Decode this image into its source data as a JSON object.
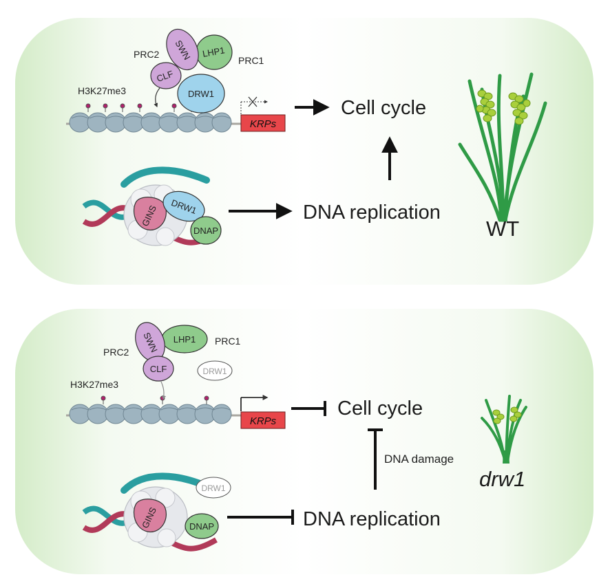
{
  "panels": {
    "wt": {
      "prc2": "PRC2",
      "prc1": "PRC1",
      "mark": "H3K27me3",
      "proteins": {
        "swn": "SWN",
        "lhp1": "LHP1",
        "clf": "CLF",
        "drw1": "DRW1"
      },
      "gene": "KRPs",
      "cell_cycle": "Cell cycle",
      "replisome": {
        "gins": "GINS",
        "drw1": "DRW1",
        "dnap": "DNAP"
      },
      "dna_replication": "DNA replication",
      "genotype": "WT"
    },
    "mutant": {
      "prc2": "PRC2",
      "prc1": "PRC1",
      "mark": "H3K27me3",
      "proteins": {
        "swn": "SWN",
        "lhp1": "LHP1",
        "clf": "CLF",
        "drw1": "DRW1"
      },
      "gene": "KRPs",
      "cell_cycle": "Cell cycle",
      "dna_damage": "DNA damage",
      "replisome": {
        "gins": "GINS",
        "drw1": "DRW1",
        "dnap": "DNAP"
      },
      "dna_replication": "DNA replication",
      "genotype": "drw1"
    }
  },
  "colors": {
    "panel_green": "#d4ecc8",
    "swn": "#cfa6d9",
    "lhp1": "#8fcb8c",
    "clf": "#cfa6d9",
    "drw1": "#9fd3ec",
    "gins": "#d9809f",
    "dnap": "#8fcb8c",
    "krps": "#e8464a",
    "nucleosome": "#9eb4c0",
    "mark": "#b0206b",
    "plant": "#2f9b46",
    "panicle": "#a9cf3c",
    "dna_teal": "#2a9ea0",
    "dna_crimson": "#b13a59"
  }
}
